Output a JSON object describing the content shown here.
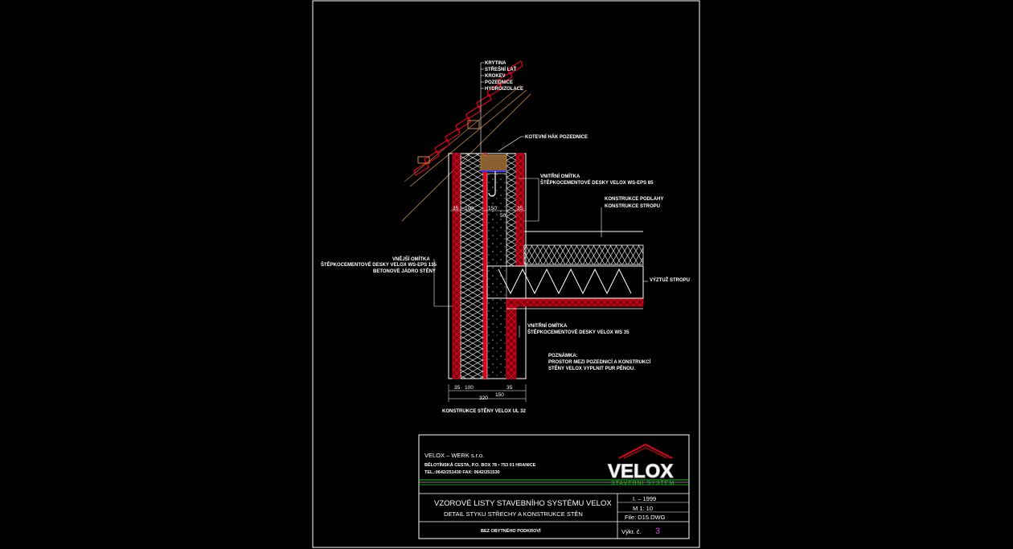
{
  "labels": {
    "roof": [
      "KRYTINA",
      "STŘEŠNÍ LAŤ",
      "KROKEV",
      "POZEDNICE",
      "HYDROIZOLACE"
    ],
    "anchor_hook": "KOTEVNÍ HÁK POZEDNICE",
    "inner_upper": [
      "VNITŘNÍ OMÍTKA",
      "ŠTĚPKOCEMENTOVÉ DESKY VELOX WS-EPS 85"
    ],
    "floor": [
      "KONSTRUKCE PODLAHY",
      "KONSTRUKCE STROPU"
    ],
    "outer": [
      "VNĚJŠÍ OMÍTKA",
      "ŠTĚPKOCEMENTOVÉ DESKY VELOX WS-EPS 135",
      "BETONOVÉ JÁDRO STĚNY"
    ],
    "rebar": "VÝZTUŽ STROPU",
    "inner_lower": [
      "VNITŘNÍ OMÍTKA",
      "ŠTĚPKOCEMENTOVÉ DESKY VELOX WS 35"
    ],
    "note": [
      "POZNÁMKA:",
      "PROSTOR MEZI POZEDNICÍ A KONSTRUKCÍ",
      "STĚNY VELOX VYPLNIT PUR PĚNOU."
    ],
    "wall_caption": "KONSTRUKCE STĚNY VELOX UL 32"
  },
  "dimensions": {
    "top": [
      "35",
      "100",
      "150",
      "35",
      "50"
    ],
    "bottom": [
      "35",
      "100",
      "150",
      "35"
    ],
    "total": "320"
  },
  "title_block": {
    "company": "VELOX – WERK s.r.o.",
    "address": "BĚLOTÍNSKÁ CESTA, P.O. BOX 78 • 753 01 HRANICE",
    "phone": "TEL.:0642/251430   FAX: 0642/251530",
    "logo_text": "VELOX",
    "logo_sub": "STAVEBNÍ SYSTÉM",
    "series": "VZOROVÉ LISTY STAVEBNÍHO SYSTÉMU VELOX",
    "detail": "DETAIL STYKU STŘECHY A KONSTRUKCE STĚN",
    "variant": "BEZ OBYTNÉHO PODKROVÍ",
    "date": "I. – 1999",
    "scale": "M 1: 10",
    "file": "File: D15.DWG",
    "sheet_label": "Výkr. č.",
    "sheet_number": "3"
  },
  "colors": {
    "red": "#e3001b",
    "frame": "#ffffff",
    "roof_line": "#a0703a",
    "green": "#22c322",
    "magenta": "#e040e0",
    "blue": "#3b3bff"
  }
}
